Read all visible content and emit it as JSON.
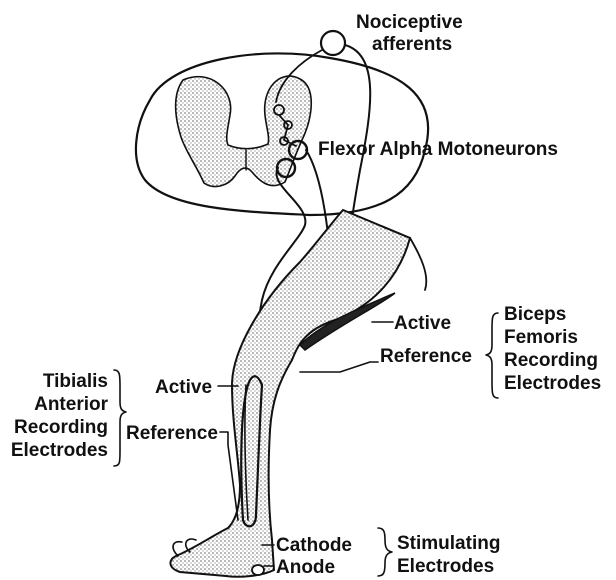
{
  "colors": {
    "ink": "#111111",
    "shade": "#cfcfcf",
    "background": "#ffffff"
  },
  "labels": {
    "nociceptive": [
      "Nociceptive",
      "afferents"
    ],
    "flexor": "Flexor Alpha Motoneurons",
    "biceps_active": "Active",
    "biceps_reference": "Reference",
    "biceps_group": [
      "Biceps",
      "Femoris",
      "Recording",
      "Electrodes"
    ],
    "tibialis_group": [
      "Tibialis",
      "Anterior",
      "Recording",
      "Electrodes"
    ],
    "tibialis_active": "Active",
    "tibialis_reference": "Reference",
    "cathode": "Cathode",
    "anode": "Anode",
    "stimulating_group": [
      "Stimulating",
      "Electrodes"
    ]
  }
}
